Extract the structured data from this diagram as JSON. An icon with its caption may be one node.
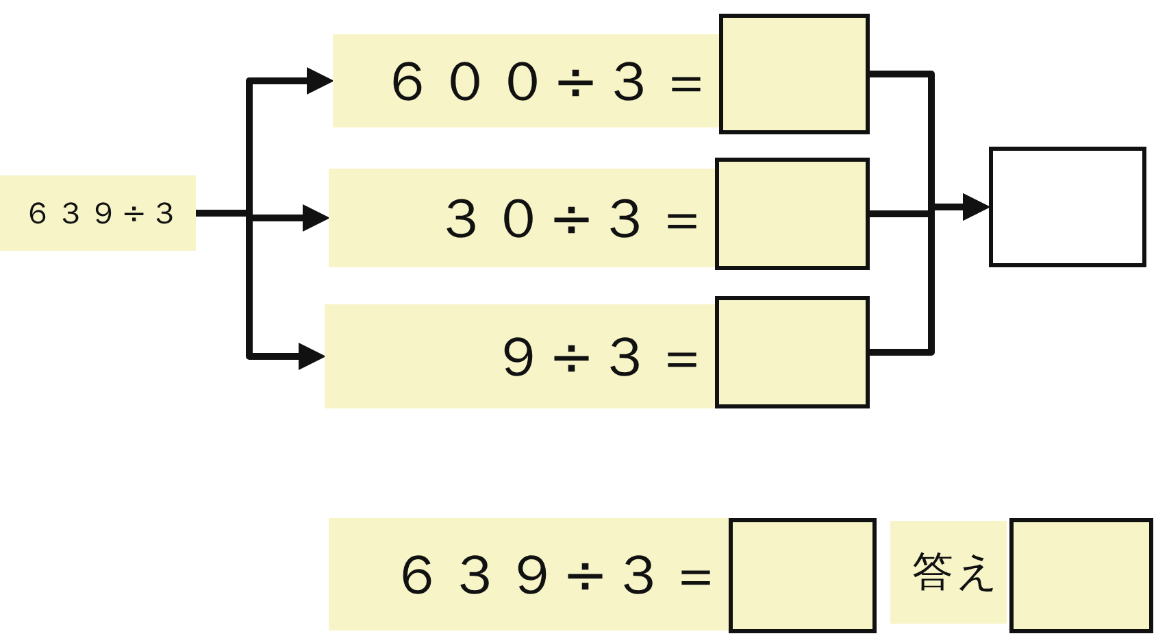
{
  "diagram": {
    "nodes": [
      {
        "text": [
          "６３９÷３"
        ]
      },
      {
        "text": [
          "６００÷３＝"
        ]
      },
      {
        "text": [],
        "shape": "box"
      },
      {
        "text": [
          "３０÷３＝"
        ]
      },
      {
        "text": [],
        "shape": "box"
      },
      {
        "text": [
          "９÷３＝"
        ]
      },
      {
        "text": [],
        "shape": "box"
      },
      {
        "text": [],
        "shape": "box"
      },
      {
        "text": [
          "６３９÷３＝"
        ]
      },
      {
        "text": [],
        "shape": "box"
      },
      {
        "text": [
          "答え"
        ]
      },
      {
        "text": [],
        "shape": "box"
      }
    ],
    "edges": [
      {
        "from": 0,
        "to": 1,
        "arrow": "to"
      },
      {
        "from": 0,
        "to": 3,
        "arrow": "to"
      },
      {
        "from": 0,
        "to": 5,
        "arrow": "to"
      },
      {
        "from": 2,
        "to": 7,
        "arrow": "to"
      },
      {
        "from": 4,
        "to": 7,
        "arrow": "to"
      },
      {
        "from": 6,
        "to": 7,
        "arrow": "to"
      }
    ]
  }
}
